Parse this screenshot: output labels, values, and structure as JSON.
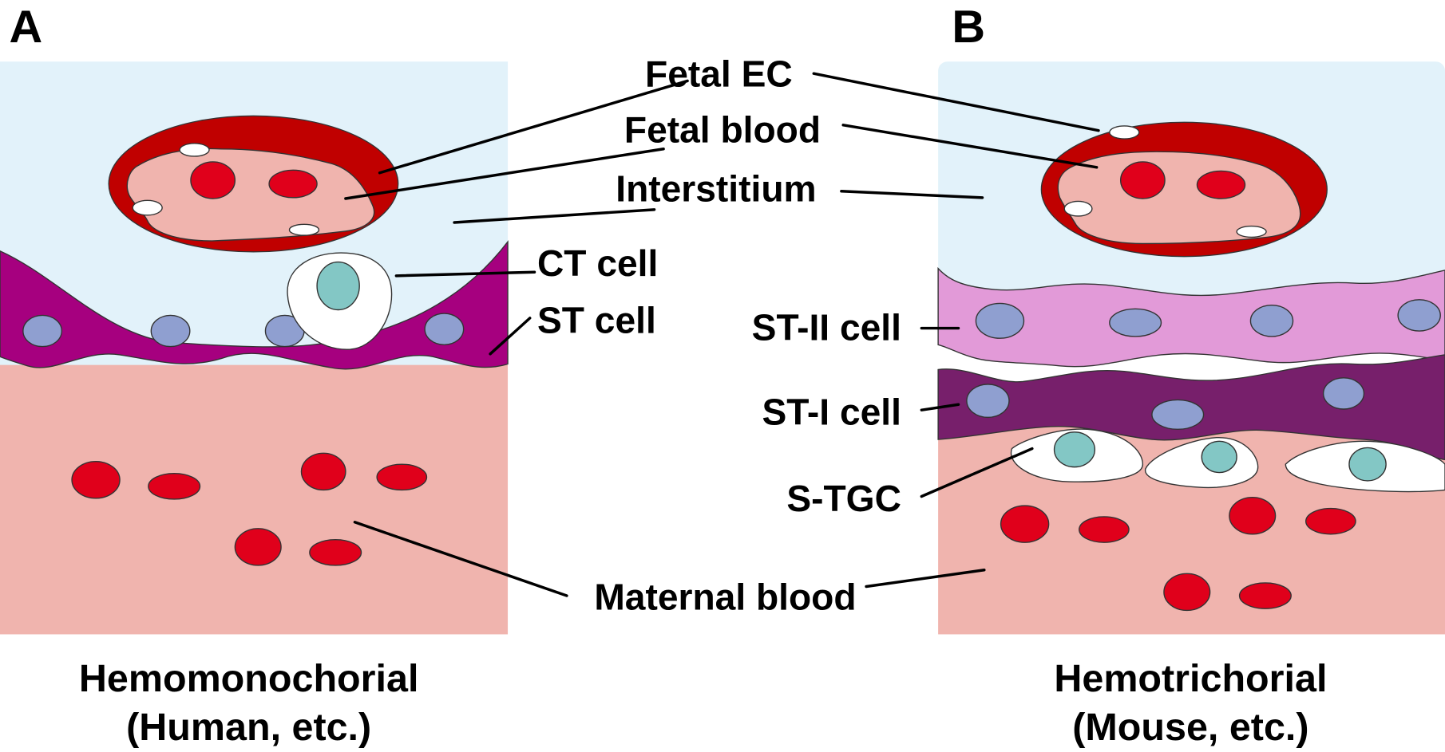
{
  "panels": {
    "a": {
      "letter": "A",
      "caption_line1": "Hemomonochorial",
      "caption_line2": "(Human, etc.)"
    },
    "b": {
      "letter": "B",
      "caption_line1": "Hemotrichorial",
      "caption_line2": "(Mouse, etc.)"
    }
  },
  "labels": {
    "fetal_ec": "Fetal EC",
    "fetal_blood": "Fetal blood",
    "interstitium": "Interstitium",
    "ct_cell": "CT cell",
    "st_cell": "ST cell",
    "st2_cell": "ST-II cell",
    "st1_cell": "ST-I cell",
    "s_tgc": "S-TGC",
    "maternal_blood": "Maternal blood"
  },
  "colors": {
    "interstitium": "#e2f2fa",
    "fetal_ec": "#c00000",
    "blood_plasma": "#f0b4ae",
    "rbc": "#e0001b",
    "st_human": "#a6007f",
    "st2_mouse": "#e29ad8",
    "st1_mouse": "#771f6b",
    "nucleus": "#8f9fd0",
    "ct_nucleus": "#83c7c5"
  }
}
